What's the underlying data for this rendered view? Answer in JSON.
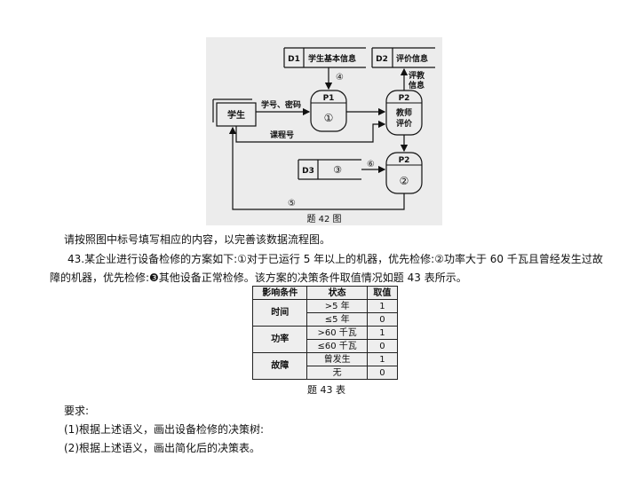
{
  "figure42": {
    "d1_id": "D1",
    "d1_label": "学生基本信息",
    "d2_id": "D2",
    "d2_label": "评价信息",
    "d3_id": "D3",
    "d3_blank": "③",
    "student": "学生",
    "p1_id": "P1",
    "p1_blank": "①",
    "p2a_id": "P2",
    "p2a_line1": "教师",
    "p2a_line2": "评价",
    "p2b_id": "P2",
    "p2b_blank": "②",
    "flow_id_pwd": "学号、密码",
    "flow_course": "课程号",
    "flow_eval_1": "评教",
    "flow_eval_2": "信息",
    "blank4": "④",
    "blank5": "⑤",
    "blank6": "⑥",
    "caption": "题 42 图"
  },
  "text": {
    "instruction42": "请按照图中标号填写相应的内容，以完善该数据流程图。",
    "q43_line1": "43.某企业进行设备检修的方案如下:①对于已运行 5 年以上的机器，优先检修:②功率大于 60 千瓦且曾经发生过故",
    "q43_line2": "障的机器，优先检修:❸其他设备正常检修。该方案的决策条件取值情况如题 43 表所示。",
    "caption43": "题 43 表",
    "requirements": "要求:",
    "req1": "(1)根据上述语义，画出设备检修的决策树:",
    "req2": "(2)根据上述语义，画出简化后的决策表。"
  },
  "table43": {
    "headers": [
      "影响条件",
      "状态",
      "取值"
    ],
    "groups": [
      {
        "factor": "时间",
        "rows": [
          {
            "state": ">5 年",
            "value": "1"
          },
          {
            "state": "≤5 年",
            "value": "0"
          }
        ]
      },
      {
        "factor": "功率",
        "rows": [
          {
            "state": ">60 千瓦",
            "value": "1"
          },
          {
            "state": "≤60 千瓦",
            "value": "0"
          }
        ]
      },
      {
        "factor": "故障",
        "rows": [
          {
            "state": "曾发生",
            "value": "1"
          },
          {
            "state": "无",
            "value": "0"
          }
        ]
      }
    ]
  }
}
